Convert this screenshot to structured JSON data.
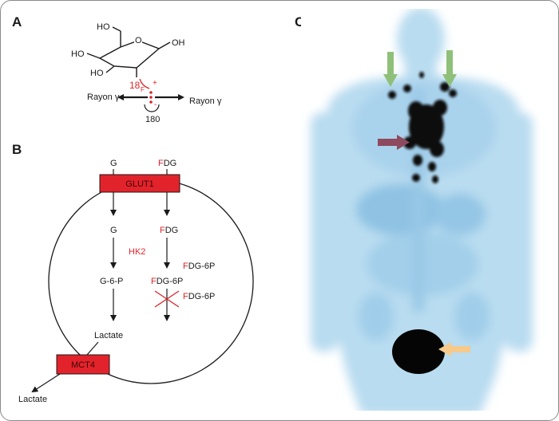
{
  "colors": {
    "red": "#d9262b",
    "box_red": "#e3232b",
    "pet_blue": "#9cc9e6",
    "arrow_green": "#8fc07a",
    "arrow_purple": "#8e4a5e",
    "arrow_orange": "#f7c98a"
  },
  "panel_a": {
    "label": "A",
    "oh_top": "HO",
    "oh_right": "OH",
    "oh_left": "HO",
    "oh_bottom": "HO",
    "ring_o": "O",
    "isotope_num": "18",
    "isotope_sym": "F",
    "plus": "+",
    "minus": "-",
    "gamma_left": "Rayon γ",
    "gamma_right": "Rayon γ",
    "angle": "180"
  },
  "panel_b": {
    "label": "B",
    "g_outside": "G",
    "fdg_outside_f": "F",
    "fdg_outside_rest": "DG",
    "glut1": "GLUT1",
    "g_inside": "G",
    "fdg_inside_f": "F",
    "fdg_inside_rest": "DG",
    "hk2": "HK2",
    "g6p": "G-6-P",
    "fdg6p_1_f": "F",
    "fdg6p_1_rest": "DG-6P",
    "fdg6p_2_f": "F",
    "fdg6p_2_rest": "DG-6P",
    "fdg6p_3_f": "F",
    "fdg6p_3_rest": "DG-6P",
    "lactate_inside": "Lactate",
    "mct4": "MCT4",
    "lactate_outside": "Lactate"
  },
  "panel_c": {
    "label": "C"
  }
}
